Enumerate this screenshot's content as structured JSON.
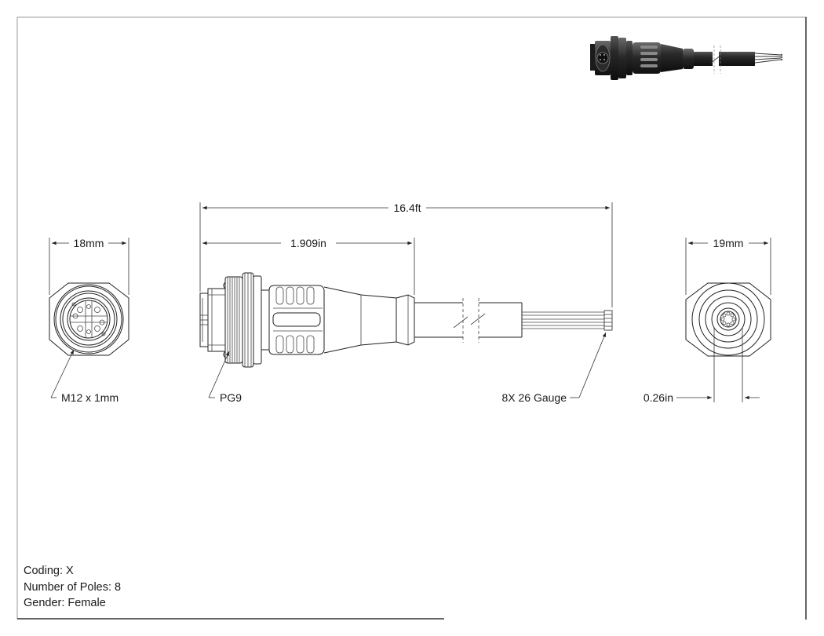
{
  "dimensions": {
    "overall_length": "16.4ft",
    "shell_length": "1.909in",
    "front_width": "18mm",
    "rear_width": "19mm",
    "pin_circle": "0.26in"
  },
  "callouts": {
    "thread": "M12 x 1mm",
    "panel_thread": "PG9",
    "wires": "8X 26 Gauge"
  },
  "notes": {
    "coding": "Coding: X",
    "poles": "Number of Poles: 8",
    "gender": "Gender: Female"
  }
}
